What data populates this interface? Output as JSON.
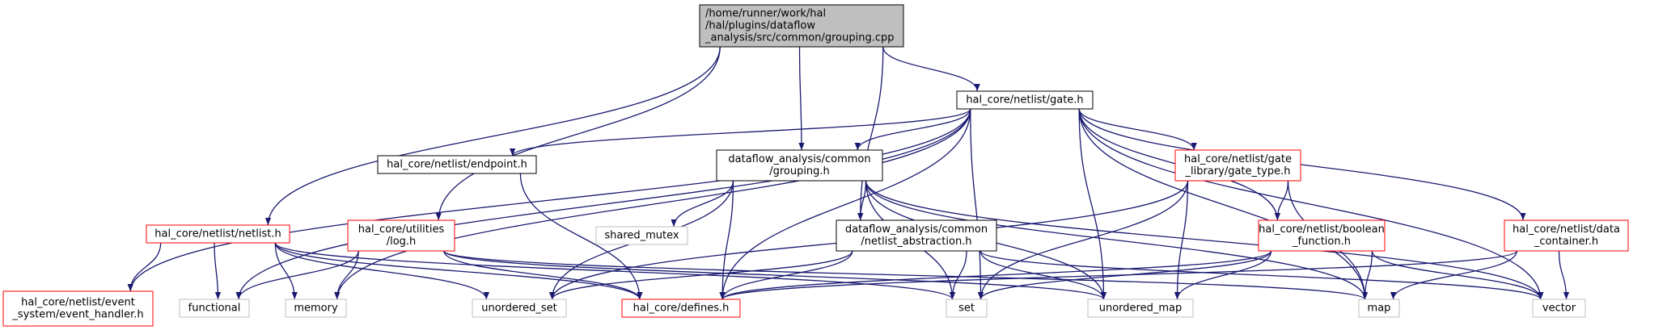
{
  "nodes": [
    {
      "id": "root",
      "lines": [
        "/home/runner/work/hal",
        "/hal/plugins/dataflow",
        "_analysis/src/common/grouping.cpp"
      ],
      "style": "root",
      "anchor": "start"
    },
    {
      "id": "gate",
      "lines": [
        "hal_core/netlist/gate.h"
      ],
      "style": "black",
      "anchor": "middle"
    },
    {
      "id": "netlist",
      "lines": [
        "hal_core/netlist/netlist.h"
      ],
      "style": "red",
      "anchor": "middle"
    },
    {
      "id": "log",
      "lines": [
        "hal_core/utilities",
        "/log.h"
      ],
      "style": "red",
      "anchor": "middle"
    },
    {
      "id": "endpoint",
      "lines": [
        "hal_core/netlist/endpoint.h"
      ],
      "style": "black",
      "anchor": "middle"
    },
    {
      "id": "grouping_h",
      "lines": [
        "dataflow_analysis/common",
        "/grouping.h"
      ],
      "style": "black",
      "anchor": "middle"
    },
    {
      "id": "gate_type",
      "lines": [
        "hal_core/netlist/gate",
        "_library/gate_type.h"
      ],
      "style": "red",
      "anchor": "middle"
    },
    {
      "id": "netlist_abs",
      "lines": [
        "dataflow_analysis/common",
        "/netlist_abstraction.h"
      ],
      "style": "black",
      "anchor": "middle"
    },
    {
      "id": "boolean_fn",
      "lines": [
        "hal_core/netlist/boolean",
        "_function.h"
      ],
      "style": "red",
      "anchor": "middle"
    },
    {
      "id": "data_container",
      "lines": [
        "hal_core/netlist/data",
        "_container.h"
      ],
      "style": "red",
      "anchor": "middle"
    },
    {
      "id": "shared_mutex",
      "lines": [
        "shared_mutex"
      ],
      "style": "gray",
      "anchor": "middle"
    },
    {
      "id": "event_handler",
      "lines": [
        "hal_core/netlist/event",
        "_system/event_handler.h"
      ],
      "style": "red",
      "anchor": "middle"
    },
    {
      "id": "functional",
      "lines": [
        "functional"
      ],
      "style": "gray",
      "anchor": "middle"
    },
    {
      "id": "memory",
      "lines": [
        "memory"
      ],
      "style": "gray",
      "anchor": "middle"
    },
    {
      "id": "unordered_set",
      "lines": [
        "unordered_set"
      ],
      "style": "gray",
      "anchor": "middle"
    },
    {
      "id": "defines",
      "lines": [
        "hal_core/defines.h"
      ],
      "style": "red",
      "anchor": "middle"
    },
    {
      "id": "set",
      "lines": [
        "set"
      ],
      "style": "gray",
      "anchor": "middle"
    },
    {
      "id": "unordered_map",
      "lines": [
        "unordered_map"
      ],
      "style": "gray",
      "anchor": "middle"
    },
    {
      "id": "map",
      "lines": [
        "map"
      ],
      "style": "gray",
      "anchor": "middle"
    },
    {
      "id": "vector",
      "lines": [
        "vector"
      ],
      "style": "gray",
      "anchor": "middle"
    }
  ],
  "edges": [
    [
      "root",
      "gate"
    ],
    [
      "root",
      "netlist"
    ],
    [
      "root",
      "log"
    ],
    [
      "root",
      "grouping_h"
    ],
    [
      "root",
      "netlist_abs"
    ],
    [
      "gate",
      "event_handler"
    ],
    [
      "gate",
      "functional"
    ],
    [
      "gate",
      "memory"
    ],
    [
      "gate",
      "endpoint"
    ],
    [
      "gate",
      "grouping_h"
    ],
    [
      "gate",
      "defines"
    ],
    [
      "gate",
      "gate_type"
    ],
    [
      "gate",
      "boolean_fn"
    ],
    [
      "gate",
      "data_container"
    ],
    [
      "gate",
      "set"
    ],
    [
      "gate",
      "unordered_map"
    ],
    [
      "gate",
      "map"
    ],
    [
      "gate",
      "vector"
    ],
    [
      "netlist",
      "event_handler"
    ],
    [
      "netlist",
      "functional"
    ],
    [
      "netlist",
      "memory"
    ],
    [
      "netlist",
      "unordered_set"
    ],
    [
      "netlist",
      "defines"
    ],
    [
      "netlist",
      "set"
    ],
    [
      "log",
      "functional"
    ],
    [
      "log",
      "memory"
    ],
    [
      "log",
      "defines"
    ],
    [
      "log",
      "unordered_map"
    ],
    [
      "log",
      "map"
    ],
    [
      "endpoint",
      "defines"
    ],
    [
      "grouping_h",
      "shared_mutex"
    ],
    [
      "grouping_h",
      "unordered_set"
    ],
    [
      "grouping_h",
      "defines"
    ],
    [
      "grouping_h",
      "netlist_abs"
    ],
    [
      "grouping_h",
      "set"
    ],
    [
      "grouping_h",
      "unordered_map"
    ],
    [
      "grouping_h",
      "map"
    ],
    [
      "grouping_h",
      "vector"
    ],
    [
      "gate_type",
      "unordered_set"
    ],
    [
      "gate_type",
      "boolean_fn"
    ],
    [
      "gate_type",
      "set"
    ],
    [
      "gate_type",
      "unordered_map"
    ],
    [
      "gate_type",
      "map"
    ],
    [
      "netlist_abs",
      "unordered_set"
    ],
    [
      "netlist_abs",
      "defines"
    ],
    [
      "netlist_abs",
      "set"
    ],
    [
      "netlist_abs",
      "unordered_map"
    ],
    [
      "netlist_abs",
      "vector"
    ],
    [
      "boolean_fn",
      "defines"
    ],
    [
      "boolean_fn",
      "set"
    ],
    [
      "boolean_fn",
      "unordered_map"
    ],
    [
      "boolean_fn",
      "map"
    ],
    [
      "boolean_fn",
      "vector"
    ],
    [
      "data_container",
      "defines"
    ],
    [
      "data_container",
      "map"
    ],
    [
      "data_container",
      "vector"
    ]
  ],
  "colors": {
    "edge": "#191970",
    "red_border": "#ff0000",
    "gray_border": "#bfbfbf",
    "black_border": "#000000",
    "root_fill": "#bfbfbf"
  }
}
